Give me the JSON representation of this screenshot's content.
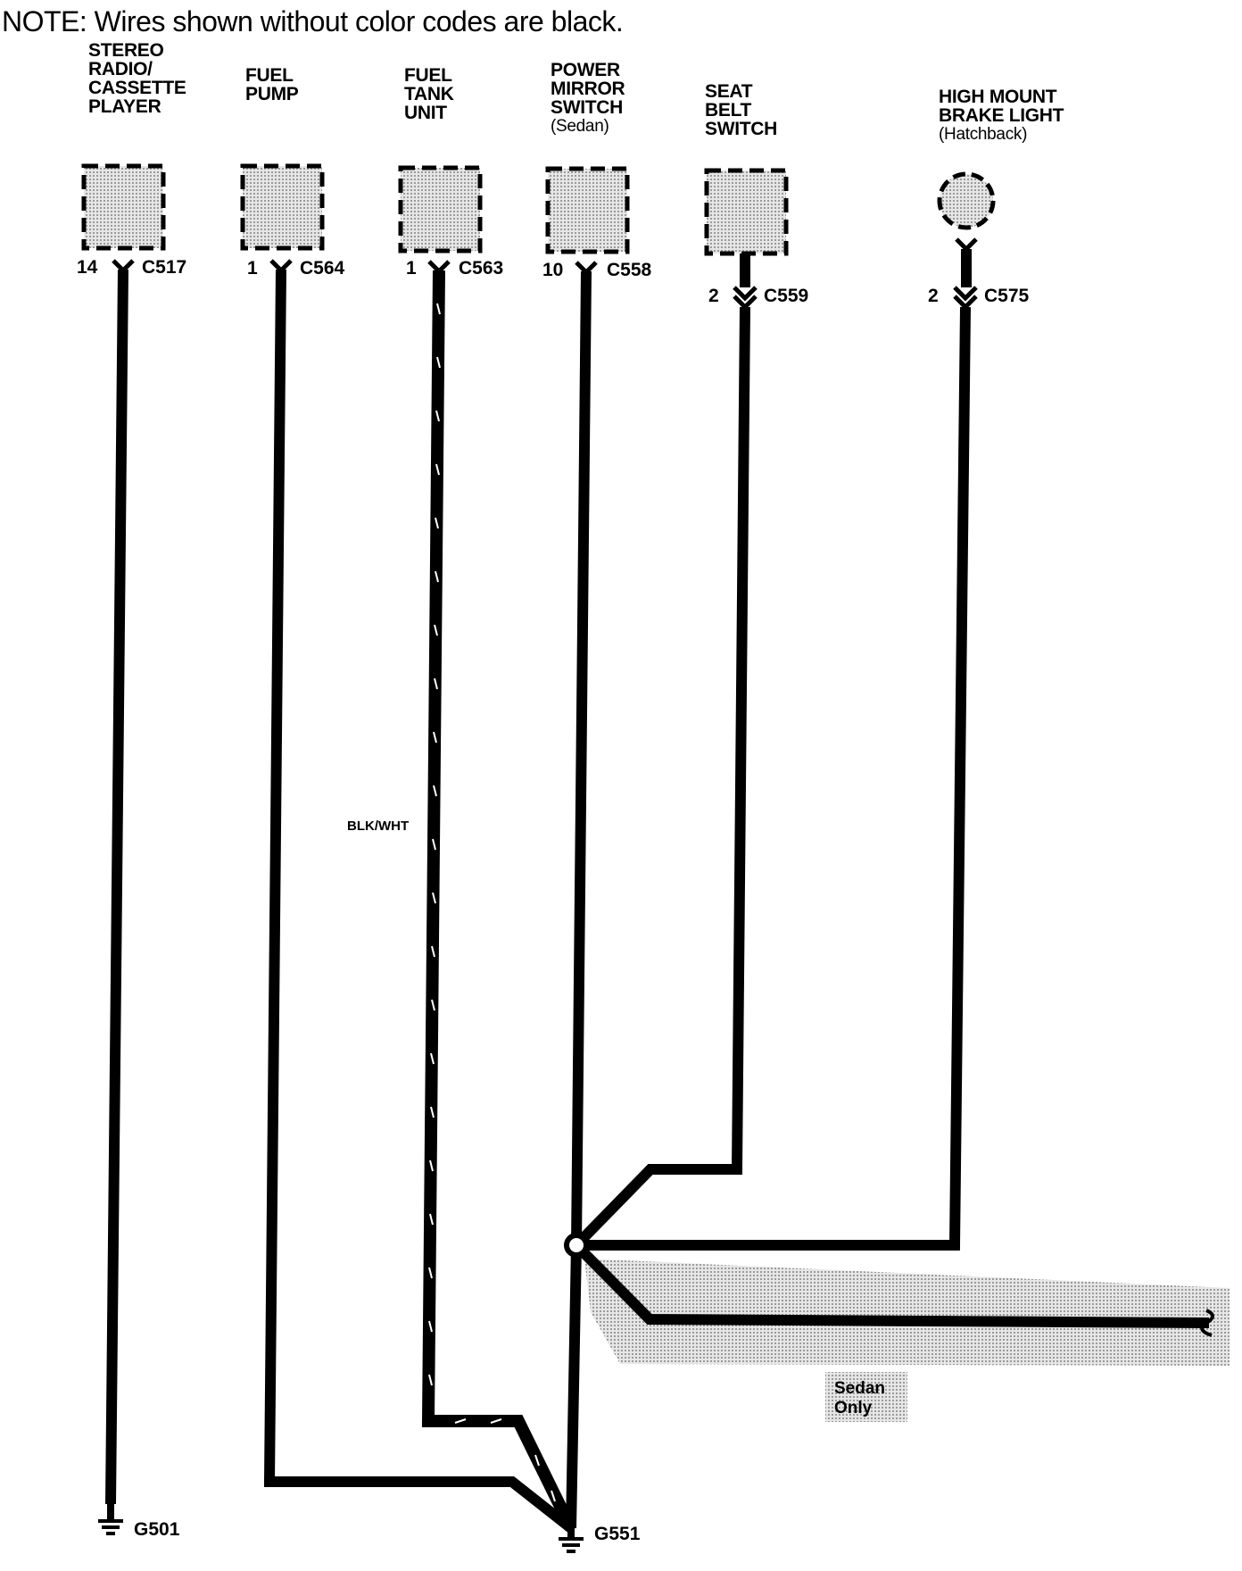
{
  "note": "NOTE: Wires shown without color codes are black.",
  "components": [
    {
      "id": "stereo",
      "lines": [
        "STEREO",
        "RADIO/",
        "CASSETTE",
        "PLAYER"
      ],
      "sub": "",
      "pin": "14",
      "connector": "C517"
    },
    {
      "id": "fuel-pump",
      "lines": [
        "FUEL",
        "PUMP"
      ],
      "sub": "",
      "pin": "1",
      "connector": "C564"
    },
    {
      "id": "fuel-tank",
      "lines": [
        "FUEL",
        "TANK",
        "UNIT"
      ],
      "sub": "",
      "pin": "1",
      "connector": "C563"
    },
    {
      "id": "power-mirror",
      "lines": [
        "POWER",
        "MIRROR",
        "SWITCH"
      ],
      "sub": "(Sedan)",
      "pin": "10",
      "connector": "C558"
    },
    {
      "id": "seat-belt",
      "lines": [
        "SEAT",
        "BELT",
        "SWITCH"
      ],
      "sub": "",
      "pin": "2",
      "connector": "C559"
    },
    {
      "id": "brake-light",
      "lines": [
        "HIGH MOUNT",
        "BRAKE LIGHT"
      ],
      "sub": "(Hatchback)",
      "pin": "2",
      "connector": "C575"
    }
  ],
  "wire_color": "BLK/WHT",
  "sedan_only": [
    "Sedan",
    "Only"
  ],
  "grounds": [
    "G501",
    "G551"
  ],
  "colors": {
    "wire": "#000000",
    "component_fill": "#c8c8c8",
    "shade": "#d0d0d0"
  }
}
